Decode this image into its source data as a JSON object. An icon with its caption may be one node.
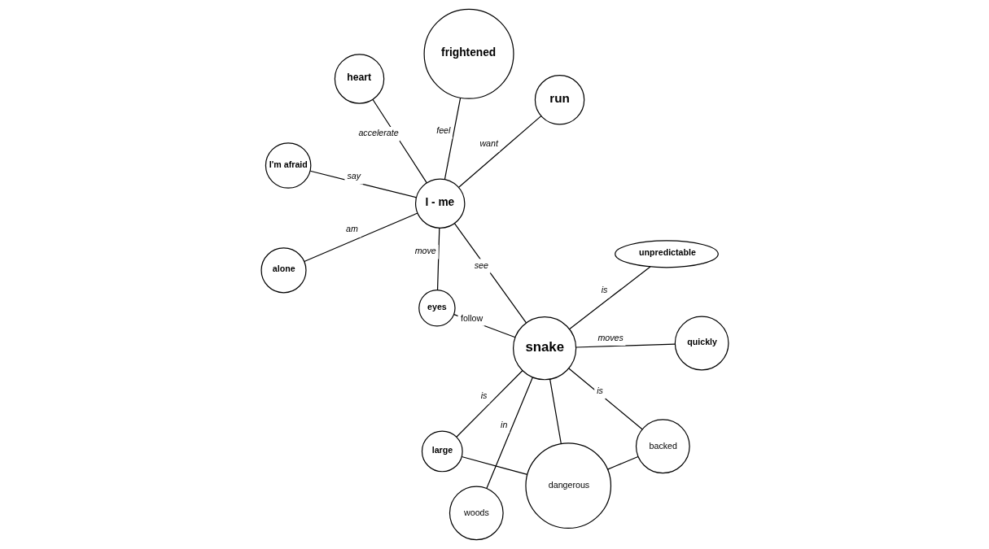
{
  "diagram": {
    "nodes": [
      {
        "text": [
          "I - me"
        ]
      },
      {
        "text": [
          "run"
        ]
      },
      {
        "text": [
          "alone"
        ]
      },
      {
        "text": [
          "heart"
        ]
      },
      {
        "text": [
          "frightened"
        ]
      },
      {
        "text": [
          "I'm afraid"
        ]
      },
      {
        "text": [
          "eyes"
        ]
      },
      {
        "text": [
          "snake"
        ]
      },
      {
        "text": [
          "woods"
        ]
      },
      {
        "text": [
          "backed"
        ]
      },
      {
        "text": [
          "dangerous"
        ]
      },
      {
        "text": [
          "large"
        ]
      },
      {
        "text": [
          "quickly"
        ]
      },
      {
        "text": [
          "unpredictable"
        ]
      }
    ],
    "edges": [
      {
        "from": 0,
        "to": 1,
        "arrow": "none",
        "label": "want"
      },
      {
        "from": 0,
        "to": 2,
        "arrow": "none",
        "label": "am"
      },
      {
        "from": 0,
        "to": 3,
        "arrow": "none",
        "label": "accelerate"
      },
      {
        "from": 0,
        "to": 4,
        "arrow": "none",
        "label": "feel"
      },
      {
        "from": 0,
        "to": 5,
        "arrow": "none",
        "label": "say"
      },
      {
        "from": 0,
        "to": 6,
        "arrow": "none",
        "label": "move"
      },
      {
        "from": 0,
        "to": 7,
        "arrow": "none",
        "label": "see"
      },
      {
        "from": 7,
        "to": 6,
        "arrow": "none",
        "label": "follow"
      },
      {
        "from": 8,
        "to": 7,
        "arrow": "none",
        "label": "in"
      },
      {
        "from": 7,
        "to": 9,
        "arrow": "none",
        "label": "is"
      },
      {
        "from": 9,
        "to": 10,
        "arrow": "none"
      },
      {
        "from": 7,
        "to": 10,
        "arrow": "none"
      },
      {
        "from": 7,
        "to": 11,
        "arrow": "none",
        "label": "is"
      },
      {
        "from": 10,
        "to": 11,
        "arrow": "none"
      },
      {
        "from": 7,
        "to": 12,
        "arrow": "none",
        "label": "moves"
      },
      {
        "from": 7,
        "to": 13,
        "arrow": "none",
        "label": "is"
      }
    ]
  }
}
